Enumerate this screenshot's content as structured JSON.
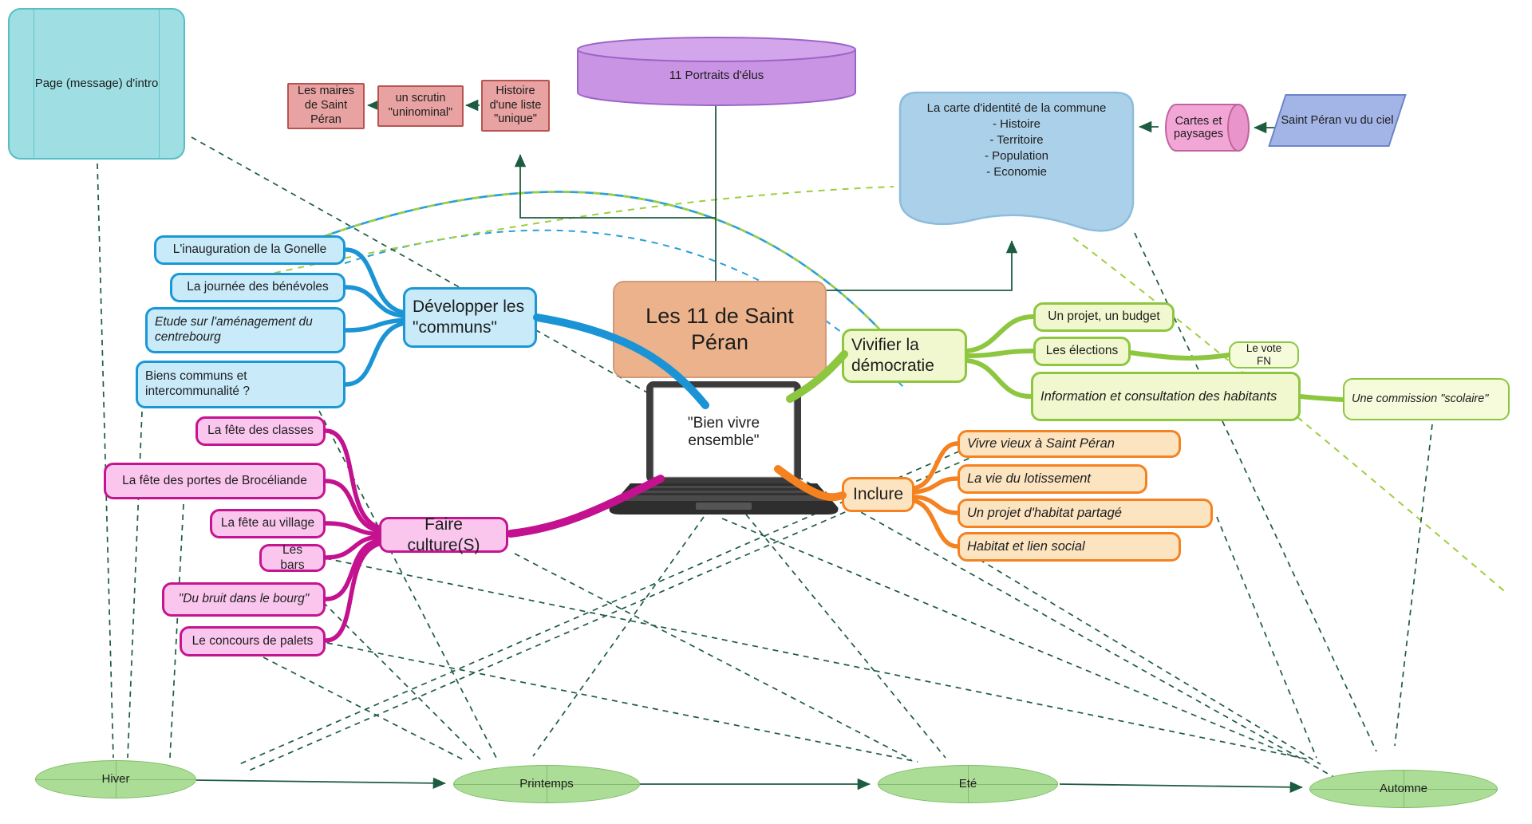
{
  "colors": {
    "dashed_link": "#1e5c41",
    "light_green_dash": "#9dce3e",
    "blue_branch": "#1b97d6",
    "magenta_branch": "#c5148f",
    "green_branch": "#8dc63f",
    "orange_branch": "#f58220",
    "teal_node": "#56bec6",
    "red_node": "#b85450",
    "purple_node": "#9c64c8",
    "season_green": "#7dbd63"
  },
  "top": {
    "intro": "Page (message) d'intro",
    "maires": "Les maires de Saint Péran",
    "scrutin": "un scrutin \"uninominal\"",
    "histoire": "Histoire d'une liste \"unique\"",
    "portraits": "11 Portraits d'élus",
    "carte": {
      "title": "La carte d'identité de la commune",
      "items": [
        "- Histoire",
        "- Territoire",
        "- Population",
        "- Economie"
      ]
    },
    "cartes_paysages": "Cartes et paysages",
    "vu_du_ciel": "Saint Péran vu du ciel"
  },
  "center": {
    "title": "Les 11 de Saint Péran",
    "laptop": "\"Bien vivre ensemble\""
  },
  "branches": {
    "communs": {
      "label": "Développer les \"communs\"",
      "children": [
        "L'inauguration de la Gonelle",
        "La journée des bénévoles",
        "Etude sur l'aménagement du centrebourg",
        "Biens communs et intercommunalité ?"
      ]
    },
    "culture": {
      "label": "Faire culture(S)",
      "children": [
        "La fête des classes",
        "La fête des portes de Brocéliande",
        "La fête au village",
        "Les bars",
        "\"Du bruit dans le bourg\"",
        "Le concours de palets"
      ]
    },
    "democratie": {
      "label": "Vivifier la démocratie",
      "children": [
        "Un projet, un budget",
        "Les élections",
        "Information et consultation des habitants"
      ],
      "vote_fn": "Le vote FN",
      "commission": "Une commission \"scolaire\""
    },
    "inclure": {
      "label": "Inclure",
      "children": [
        "Vivre vieux à Saint Péran",
        "La vie du lotissement",
        "Un projet d'habitat partagé",
        "Habitat et lien social"
      ]
    }
  },
  "seasons": [
    "Hiver",
    "Printemps",
    "Eté",
    "Automne"
  ]
}
